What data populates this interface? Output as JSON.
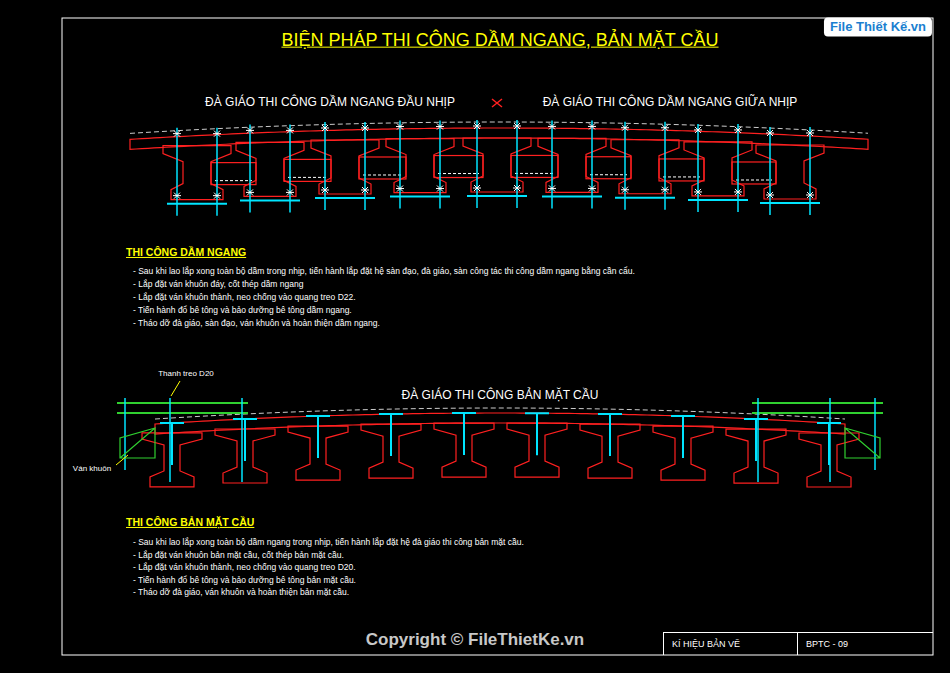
{
  "diagram": {
    "title": "BIỆN PHÁP THI CÔNG DẦM NGANG, BẢN MẶT CẦU",
    "nodes": [
      {
        "text": [
          "KÍ HIỆU BẢN VẼ"
        ]
      },
      {
        "text": [
          "BPTC - 09"
        ]
      }
    ],
    "labels": [
      "File Thiết Kế.vn",
      "ĐÀ GIÁO THI CÔNG DẦM NGANG ĐẦU NHỊP",
      "ĐÀ GIÁO THI CÔNG DẦM NGANG GIỮA NHỊP",
      "THI CÔNG DẦM NGANG",
      "- Sau khi lao lắp xong toàn bộ dầm trong nhịp, tiến hành lắp đặt hệ sàn đạo, đà giáo, sàn công tác thi công dầm ngang bằng cần cẩu.",
      "- Lắp đặt ván khuôn đáy, cốt thép dầm ngang",
      "- Lắp đặt ván khuôn thành, neo chống vào quang treo D22.",
      "- Tiến hành đổ bê tông và bảo dưỡng bê tông dầm ngang.",
      "- Tháo dỡ đà giáo, sàn đạo, ván khuôn và hoàn thiện dầm ngang.",
      "Thanh treo D20",
      "ĐÀ GIÁO THI CÔNG BẢN MẶT CẦU",
      "Ván khuôn",
      "THI CÔNG BẢN MẶT CẦU",
      "- Sau khi lao lắp xong toàn bộ dầm ngang trong nhịp, tiến hành lắp đặt hệ đà giáo thi công bản mặt cầu.",
      "- Lắp đặt ván khuôn bản mặt cầu, cốt thép bản mặt cầu.",
      "- Lắp đặt ván khuôn thành, neo chống vào quang treo D20.",
      "- Tiến hành đổ bê tông và bảo dưỡng bê tông bản mặt cầu.",
      "- Tháo dỡ đà giáo, ván khuôn và hoàn thiện bản mặt cầu.",
      "Copyright © FileThietKe.vn"
    ]
  }
}
